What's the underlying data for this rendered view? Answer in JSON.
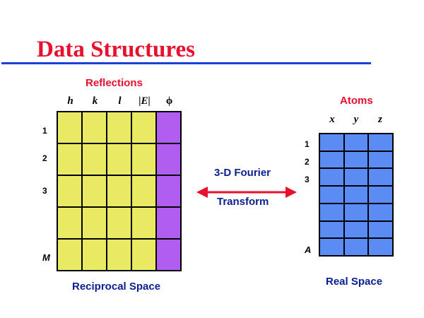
{
  "title": "Data Structures",
  "reflections": {
    "heading": "Reflections",
    "columns": [
      "h",
      "k",
      "l",
      "|E|",
      "ϕ"
    ],
    "row_labels": [
      "1",
      "2",
      "3",
      "",
      "M"
    ],
    "caption": "Reciprocal Space"
  },
  "transform": {
    "line1": "3-D Fourier",
    "line2": "Transform"
  },
  "atoms": {
    "heading": "Atoms",
    "columns": [
      "x",
      "y",
      "z"
    ],
    "row_labels": [
      "1",
      "2",
      "3",
      "",
      "",
      "",
      "A"
    ],
    "caption": "Real Space"
  },
  "colors": {
    "title": "#e8102c",
    "rule": "#1d3fd3",
    "reflection_cell": "#e9ea62",
    "phase_cell": "#b15ef0",
    "atom_cell": "#5b8cf3",
    "arrow": "#e8102c",
    "caption": "#0a1f8f"
  }
}
